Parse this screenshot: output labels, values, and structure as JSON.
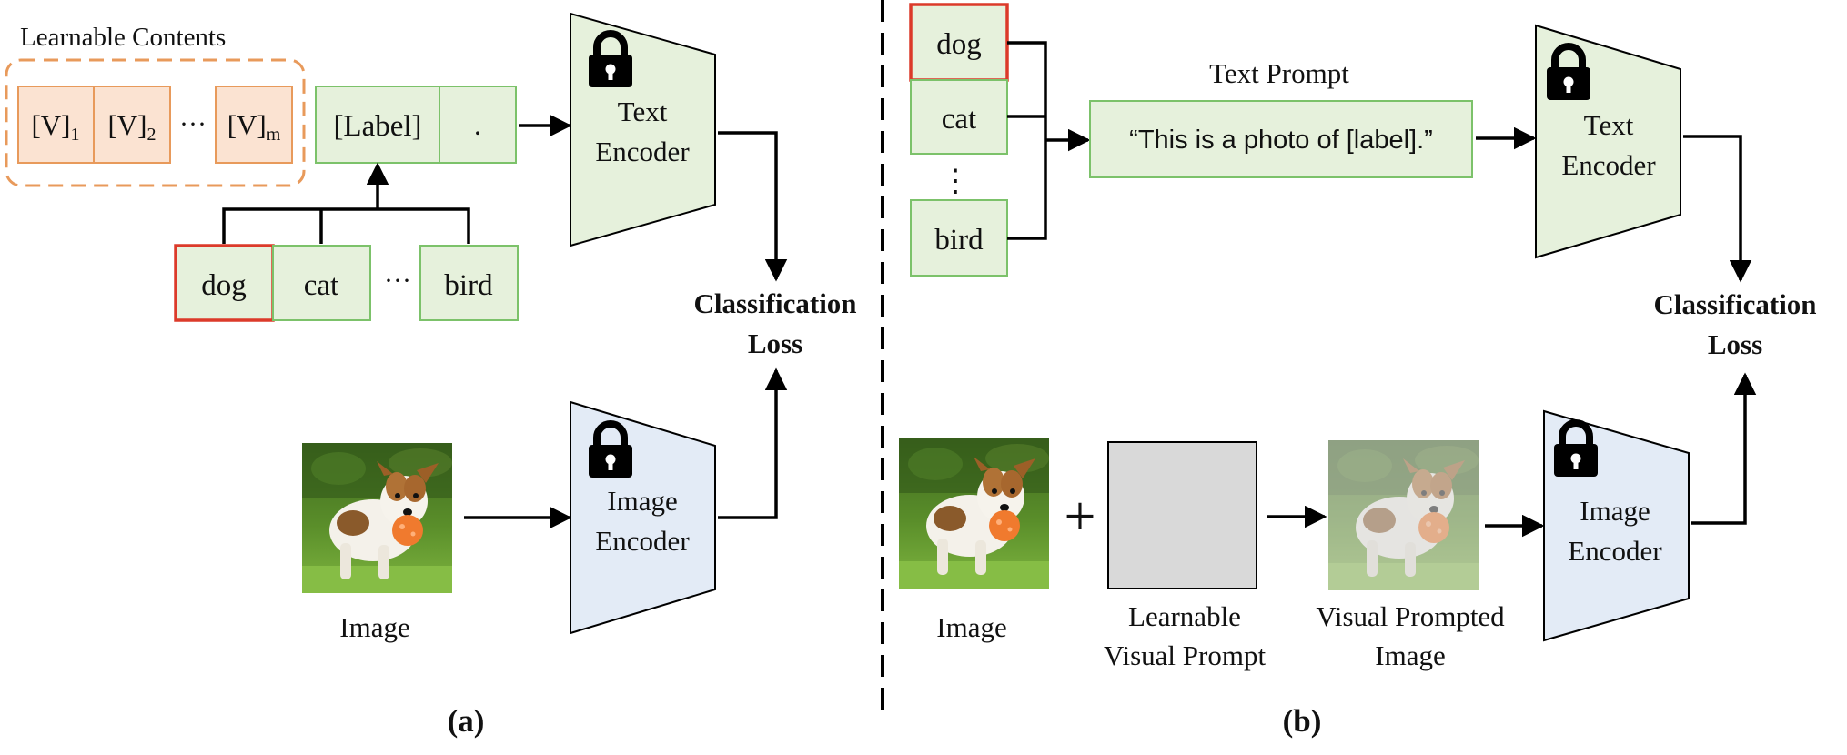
{
  "colors": {
    "green_fill": "#e6f1dc",
    "green_stroke": "#7cc26a",
    "orange_fill": "#fbe3d2",
    "orange_stroke": "#e89a5b",
    "blue_fill": "#e3ebf6",
    "red_stroke": "#dc3a2a",
    "gray_fill": "#d9d9d9",
    "line": "#000000"
  },
  "panel_a": {
    "learnable_title": "Learnable Contents",
    "tokens": [
      {
        "base": "[V]",
        "sub": "1"
      },
      {
        "base": "[V]",
        "sub": "2"
      },
      {
        "base": "[V]",
        "sub": "m"
      }
    ],
    "token_dots": "···",
    "label_token": "[Label]",
    "period_token": ".",
    "classes": [
      "dog",
      "cat",
      "bird"
    ],
    "class_dots": "···",
    "text_encoder": [
      "Text",
      "Encoder"
    ],
    "image_encoder": [
      "Image",
      "Encoder"
    ],
    "loss": [
      "Classification",
      "Loss"
    ],
    "image_caption": "Image",
    "panel_label": "(a)"
  },
  "panel_b": {
    "classes": [
      "dog",
      "cat",
      "bird"
    ],
    "class_dots": "⋮",
    "text_prompt_title": "Text Prompt",
    "text_prompt": "“This is a photo of [label].”",
    "text_encoder": [
      "Text",
      "Encoder"
    ],
    "image_encoder": [
      "Image",
      "Encoder"
    ],
    "loss": [
      "Classification",
      "Loss"
    ],
    "plus": "+",
    "image_caption": "Image",
    "visual_prompt_caption": [
      "Learnable",
      "Visual Prompt"
    ],
    "prompted_caption": [
      "Visual Prompted",
      "Image"
    ],
    "panel_label": "(b)"
  },
  "icons": {
    "lock": "lock-icon",
    "photo": "dog-photo"
  }
}
